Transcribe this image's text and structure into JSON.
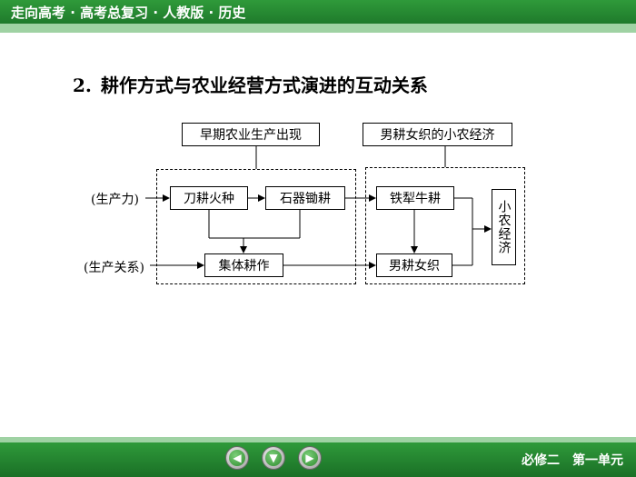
{
  "header": {
    "title": "走向高考 · 高考总复习 · 人教版 · 历史"
  },
  "heading": {
    "number": "2.",
    "text": "耕作方式与农业经营方式演进的互动关系"
  },
  "diagram": {
    "top_labels": {
      "early": "早期农业生产出现",
      "small_farm": "男耕女织的小农经济"
    },
    "side_labels": {
      "productivity": "(生产力)",
      "relations": "(生产关系)"
    },
    "boxes": {
      "slash_burn": "刀耕火种",
      "stone_tools": "石器锄耕",
      "collective": "集体耕作",
      "iron_plough": "铁犁牛耕",
      "men_farm_women_weave": "男耕女织",
      "small_peasant": "小农经济"
    }
  },
  "footer": {
    "nav": {
      "prev_icon": "arrow-left-icon",
      "down_icon": "arrow-down-icon",
      "next_icon": "arrow-right-icon"
    },
    "text": "必修二　第一单元"
  }
}
